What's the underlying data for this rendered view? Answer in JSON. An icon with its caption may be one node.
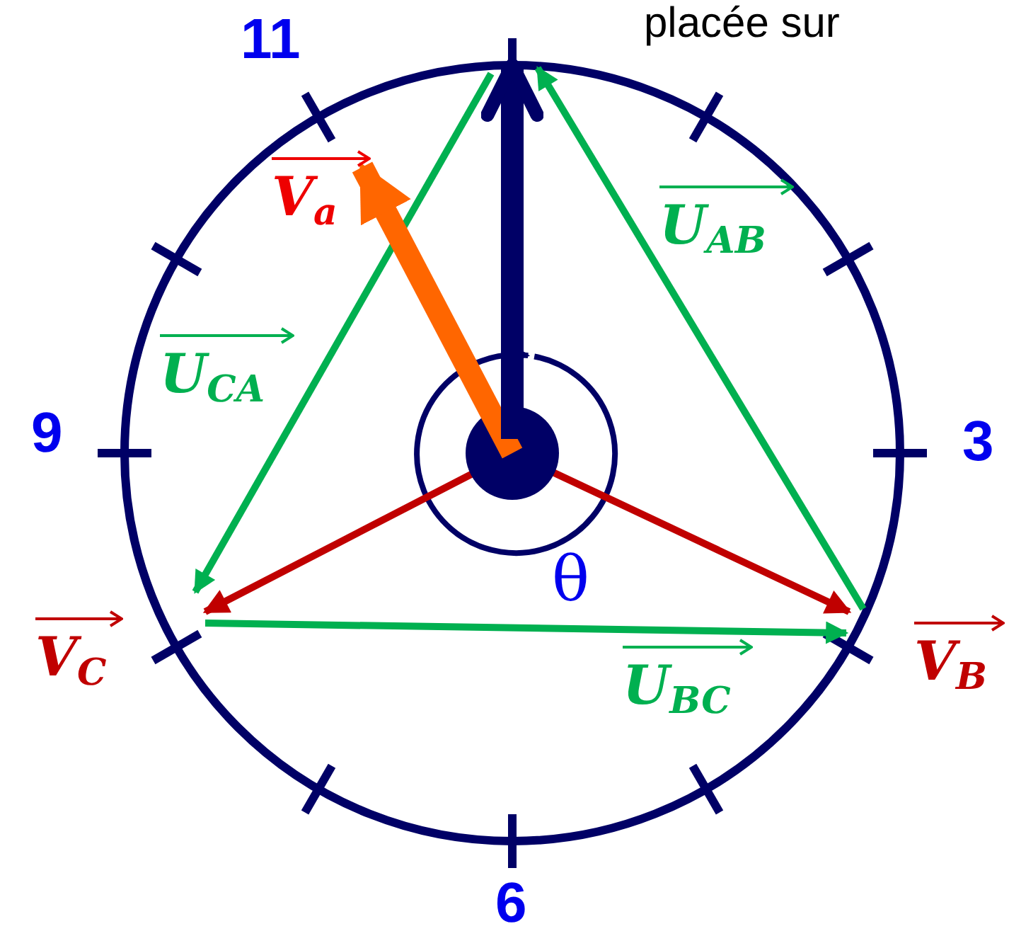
{
  "diagram": {
    "labels": [
      "11",
      "placée sur",
      "V$_{a}$",
      "U$_{AB}$",
      "U$_{CA}$",
      "9",
      "3",
      "θ",
      "V$_{C}$",
      "U$_{BC}$",
      "V$_{B}$",
      "6"
    ]
  }
}
